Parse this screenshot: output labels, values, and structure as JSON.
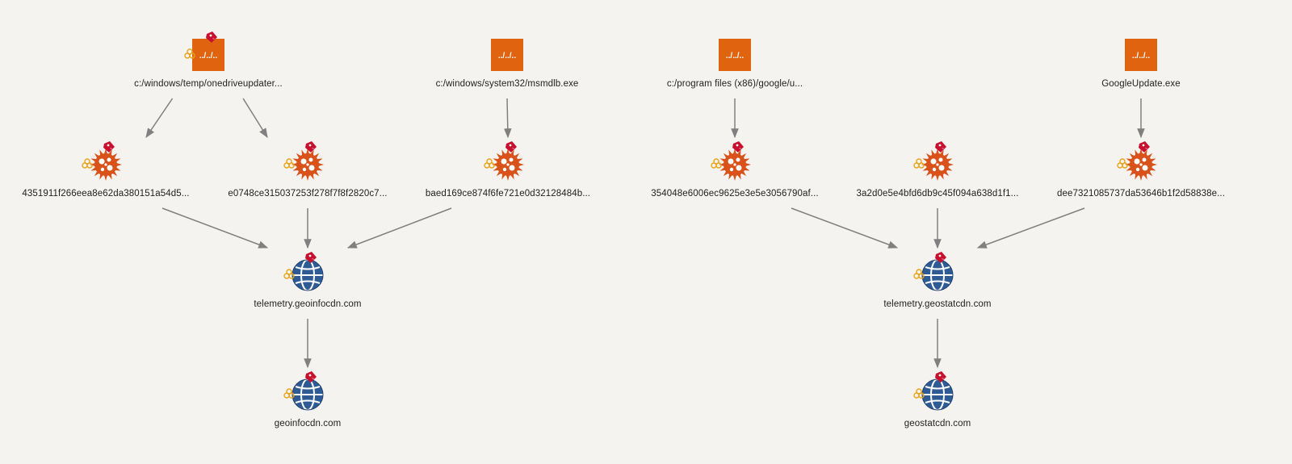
{
  "graph": {
    "nodes": [
      {
        "id": "f1",
        "type": "file",
        "label": "c:/windows/temp/onedriveupdater...",
        "tagged": true,
        "hazard": true
      },
      {
        "id": "f2",
        "type": "file",
        "label": "c:/windows/system32/msmdlb.exe",
        "tagged": false,
        "hazard": false
      },
      {
        "id": "f3",
        "type": "file",
        "label": "c:/program files (x86)/google/u...",
        "tagged": false,
        "hazard": false
      },
      {
        "id": "f4",
        "type": "file",
        "label": "GoogleUpdate.exe",
        "tagged": false,
        "hazard": false
      },
      {
        "id": "m1",
        "type": "malware",
        "label": "4351911f266eea8e62da380151a54d5...",
        "tagged": true,
        "hazard": true
      },
      {
        "id": "m2",
        "type": "malware",
        "label": "e0748ce315037253f278f7f8f2820c7...",
        "tagged": true,
        "hazard": true
      },
      {
        "id": "m3",
        "type": "malware",
        "label": "baed169ce874f6fe721e0d32128484b...",
        "tagged": true,
        "hazard": true
      },
      {
        "id": "m4",
        "type": "malware",
        "label": "354048e6006ec9625e3e5e3056790af...",
        "tagged": true,
        "hazard": true
      },
      {
        "id": "m5",
        "type": "malware",
        "label": "3a2d0e5e4bfd6db9c45f094a638d1f1...",
        "tagged": true,
        "hazard": true
      },
      {
        "id": "m6",
        "type": "malware",
        "label": "dee7321085737da53646b1f2d58838e...",
        "tagged": true,
        "hazard": true
      },
      {
        "id": "d1",
        "type": "domain",
        "label": "telemetry.geoinfocdn.com",
        "tagged": true,
        "hazard": true
      },
      {
        "id": "d2",
        "type": "domain",
        "label": "telemetry.geostatcdn.com",
        "tagged": true,
        "hazard": true
      },
      {
        "id": "d3",
        "type": "domain",
        "label": "geoinfocdn.com",
        "tagged": true,
        "hazard": true
      },
      {
        "id": "d4",
        "type": "domain",
        "label": "geostatcdn.com",
        "tagged": true,
        "hazard": true
      }
    ],
    "edges": [
      [
        "f1",
        "m1"
      ],
      [
        "f1",
        "m2"
      ],
      [
        "f2",
        "m3"
      ],
      [
        "f3",
        "m4"
      ],
      [
        "f4",
        "m6"
      ],
      [
        "m1",
        "d1"
      ],
      [
        "m2",
        "d1"
      ],
      [
        "m3",
        "d1"
      ],
      [
        "m4",
        "d2"
      ],
      [
        "m5",
        "d2"
      ],
      [
        "m6",
        "d2"
      ],
      [
        "d1",
        "d3"
      ],
      [
        "d2",
        "d4"
      ]
    ]
  },
  "colors": {
    "background": "#f4f3f0",
    "file_icon": "#e0640f",
    "malware_icon": "#d8521a",
    "domain_icon": "#2e5b94",
    "tag": "#c8102e",
    "hazard": "#e8a317",
    "edge": "#808080"
  }
}
